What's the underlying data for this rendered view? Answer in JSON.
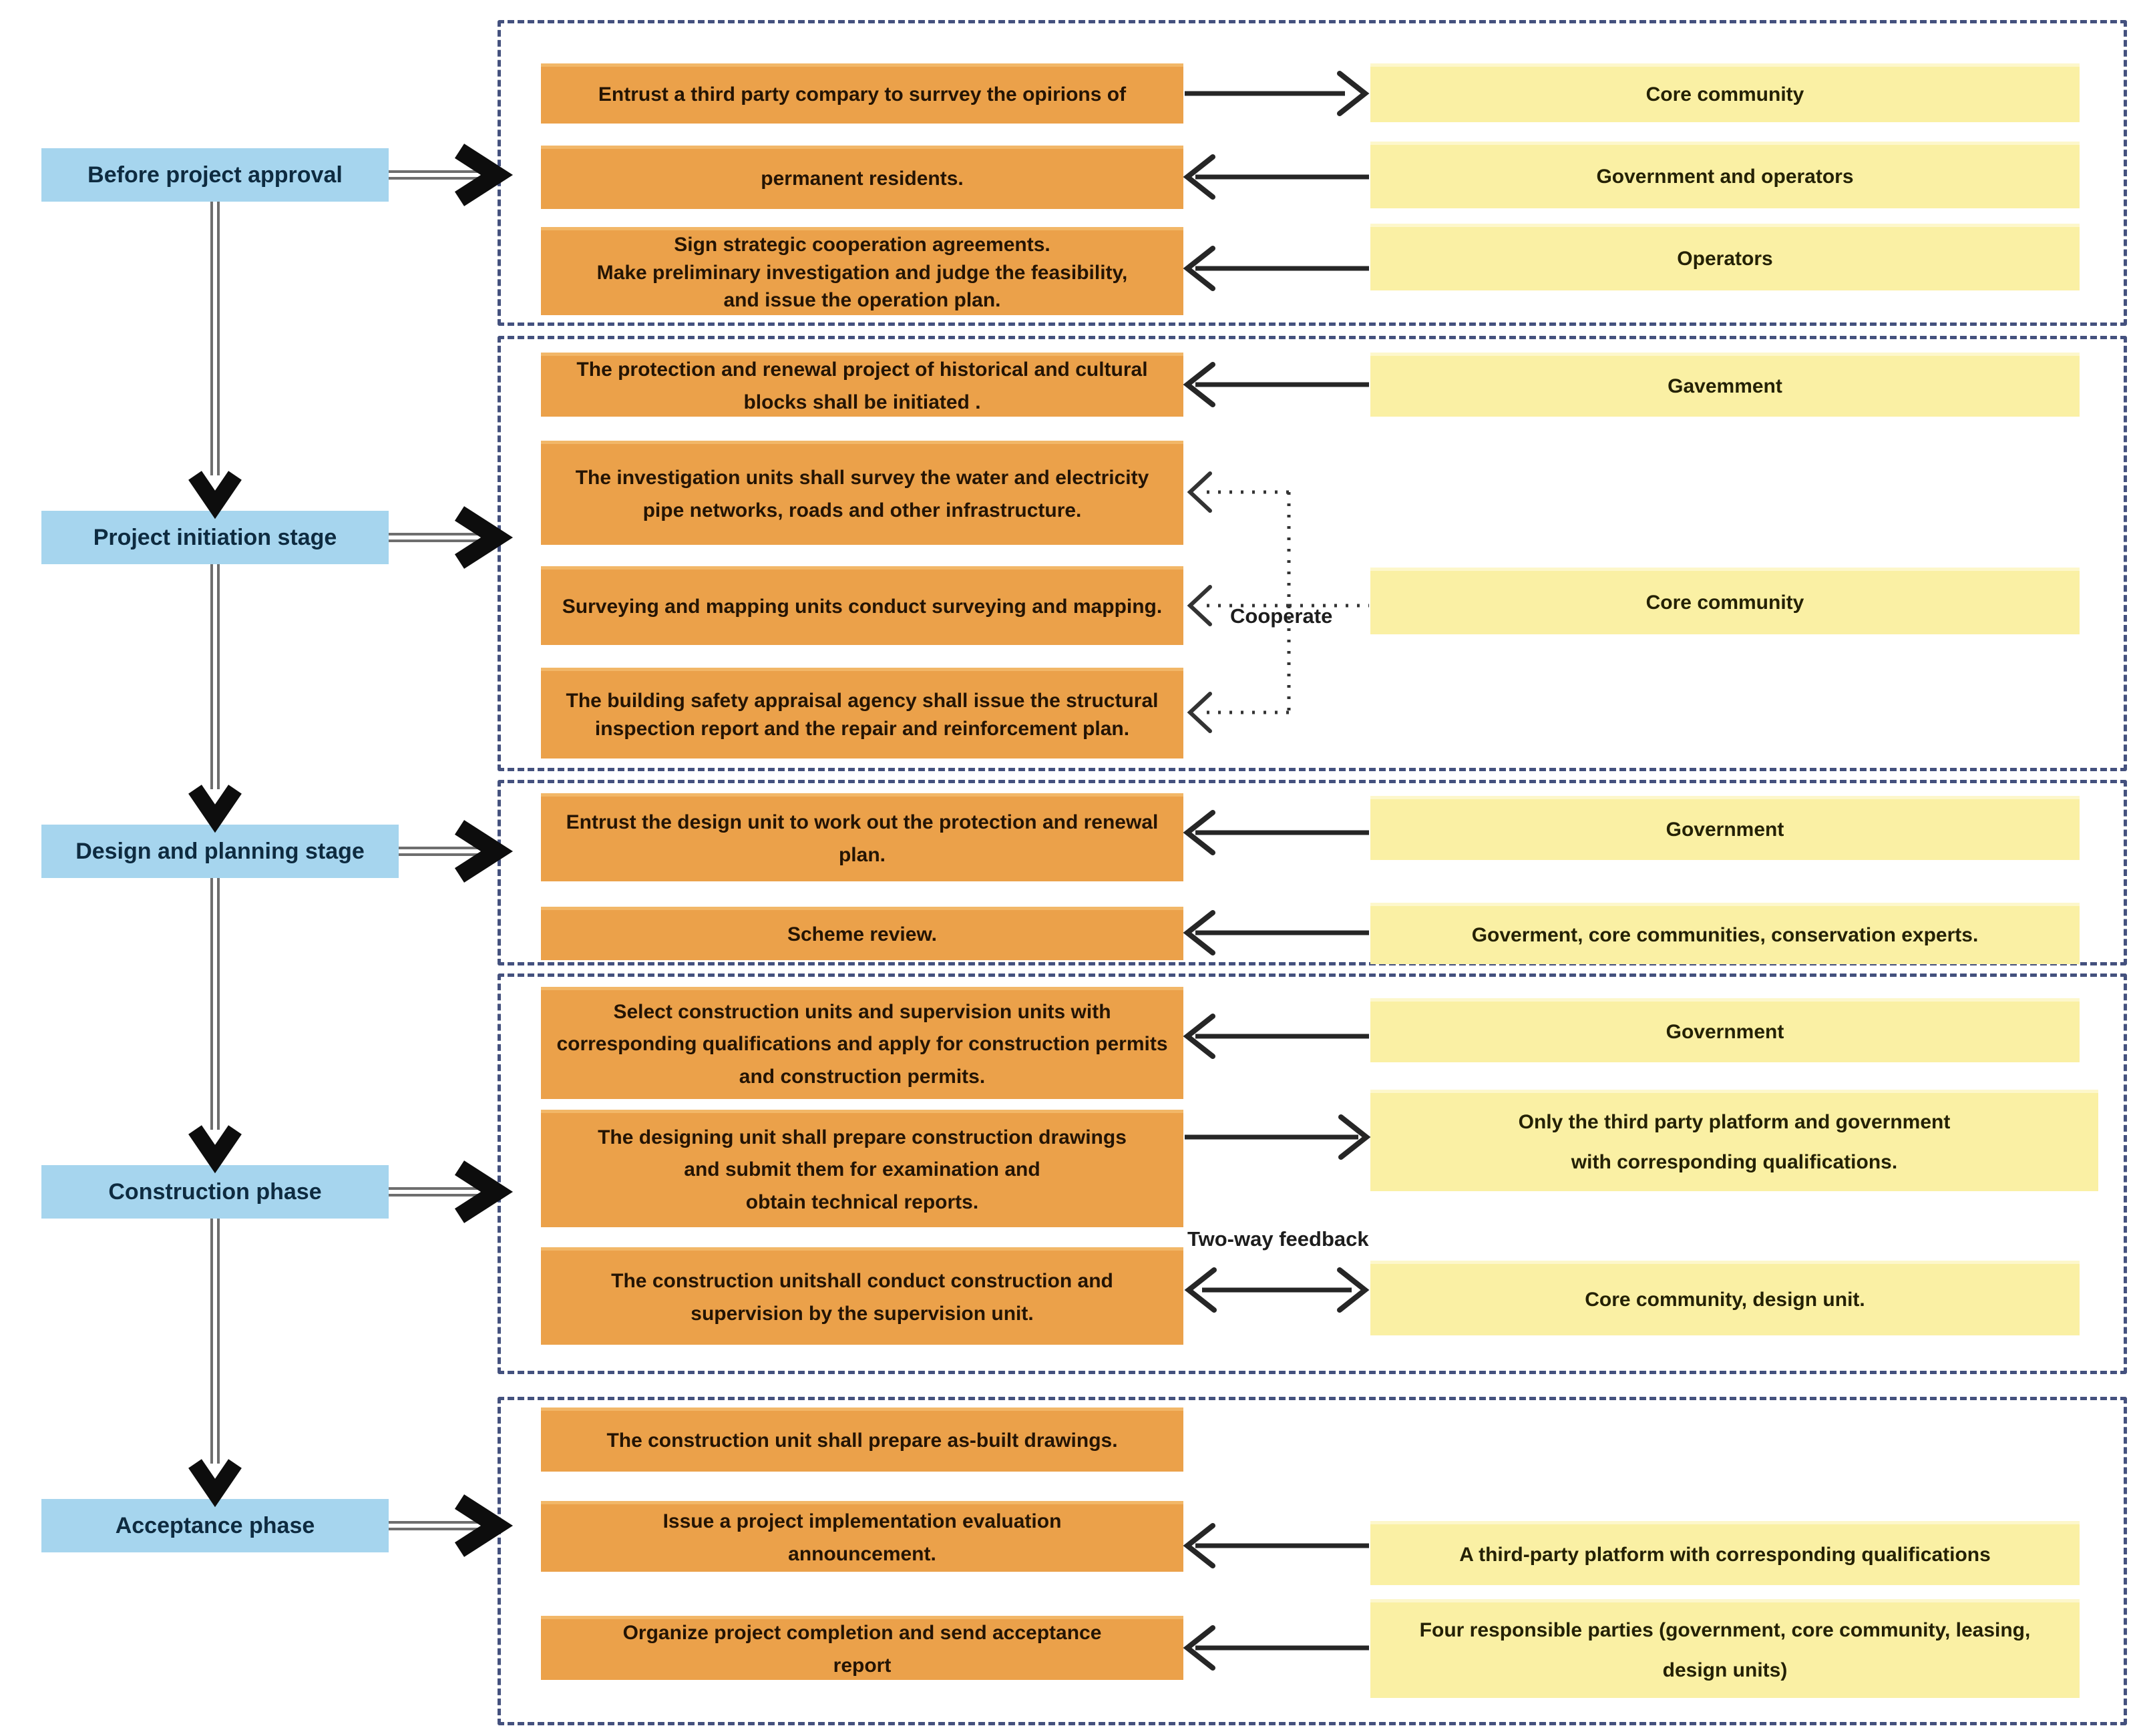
{
  "labels": {
    "cooperate": "Cooperate",
    "two_way_feedback": "Two-way feedback"
  },
  "phases": [
    "Before project approval",
    "Project initiation stage",
    "Design and planning stage",
    "Construction phase",
    "Acceptance phase"
  ],
  "sections": [
    {
      "actions": [
        "Entrust a third party compary to surrvey the opirions of",
        "permanent residents.",
        "Sign strategic cooperation agreements.\nMake preliminary investigation and judge the feasibility,\nand issue the operation plan."
      ],
      "parties": [
        "Core community",
        "Government and  operators",
        "Operators"
      ]
    },
    {
      "actions": [
        "The protection and renewal project of historical and cultural blocks shall be initiated .",
        "The investigation units shall survey the water and electricity pipe networks, roads and other infrastructure.",
        "Surveying and mapping units conduct surveying and mapping.",
        "The building safety appraisal agency shall issue the structural inspection report and the repair and reinforcement plan."
      ],
      "parties": [
        "Gavemment",
        "Core community"
      ]
    },
    {
      "actions": [
        "Entrust the design unit to work out the protection and renewal plan.",
        "Scheme review."
      ],
      "parties": [
        "Government",
        "Goverment, core communities, conservation experts."
      ]
    },
    {
      "actions": [
        "Select construction units and supervision units with corresponding qualifications and apply for construction permits and construction permits.",
        "The designing unit shall prepare construction drawings\nand submit them for examination and\nobtain technical reports.",
        "The construction unitshall conduct construction and\nsupervision by the supervision unit."
      ],
      "parties": [
        "Government",
        "Only the third party platform and government\nwith corresponding qualifications.",
        "Core community, design unit."
      ]
    },
    {
      "actions": [
        "The construction unit shall prepare as-built drawings.",
        "Issue a project implementation evaluation\nannouncement.",
        "Organize project completion and send acceptance\nreport"
      ],
      "parties": [
        "A third-party platform with corresponding qualifications",
        "Four responsible parties (government, core community, leasing,\ndesign units)"
      ]
    }
  ],
  "colors": {
    "phase_box": "#a6d5ee",
    "action_box": "#eba14a",
    "party_box": "#faf0a4",
    "section_border": "#44517e",
    "arrow": "#262626"
  }
}
